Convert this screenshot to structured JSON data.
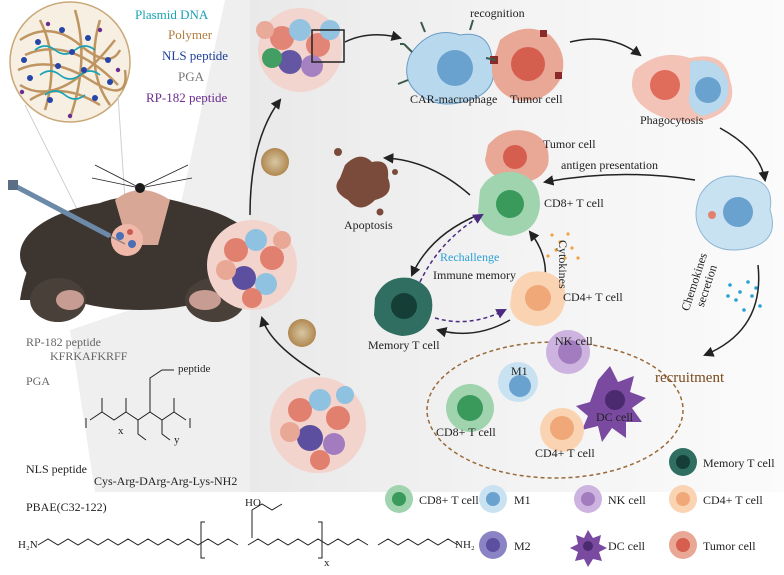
{
  "nanoparticle_legend": {
    "plasmid_dna": "Plasmid DNA",
    "polymer": "Polymer",
    "nls_peptide": "NLS peptide",
    "pga": "PGA",
    "rp182_peptide": "RP-182 peptide",
    "colors": {
      "plasmid": "#19a3b4",
      "polymer": "#b07b3e",
      "nls": "#1f3f99",
      "pga": "#777777",
      "rp182": "#6b2c91"
    }
  },
  "cycle": {
    "recognition": "recognition",
    "car_macrophage": "CAR-macrophage",
    "tumor_cell": "Tumor cell",
    "phagocytosis": "Phagocytosis",
    "tumor_cell_2": "Tumor cell",
    "antigen_presentation": "antigen presentation",
    "cd8_t_cell": "CD8+ T cell",
    "apoptosis": "Apoptosis",
    "cytokines": "Cytokines",
    "rechallenge": "Rechallenge",
    "immune_memory": "Immune memory",
    "cd4_t_cell": "CD4+ T cell",
    "memory_t_cell": "Memory T cell",
    "chemokines_secretion": "Chemokines secretion",
    "recruitment": "recruitment",
    "nk_cell": "NK cell",
    "m1": "M1",
    "dc_cell": "DC cell",
    "cd8_t_cell_2": "CD8+ T cell",
    "cd4_t_cell_2": "CD4+ T cell"
  },
  "chemistry": {
    "rp182_title": "RP-182 peptide",
    "rp182_seq": "KFRKAFKRFF",
    "pga_title": "PGA",
    "peptide": "peptide",
    "x": "x",
    "y": "y",
    "nls_title": "NLS peptide",
    "nls_seq": "Cys-Arg-DArg-Arg-Lys-NH2",
    "pbae_title": "PBAE(C32-122)",
    "h2n": "H₂N",
    "nh2": "NH₂",
    "ho": "HO",
    "x2": "x"
  },
  "legend": {
    "memory_t_cell": "Memory T cell",
    "cd8_t_cell": "CD8+ T cell",
    "m1": "M1",
    "nk_cell": "NK cell",
    "cd4_t_cell": "CD4+ T cell",
    "m2": "M2",
    "dc_cell": "DC cell",
    "tumor_cell": "Tumor cell"
  },
  "colors": {
    "cd8": "#3a9a5c",
    "m1": "#8fc1e0",
    "nk": "#a37cc0",
    "cd4": "#f3b98f",
    "memory": "#1f5f52",
    "m2": "#5c4fa0",
    "dc": "#6a3b8f",
    "tumor": "#e28070",
    "recruitment": "#7b4a1f",
    "rechallenge": "#2aa0d6",
    "arrow": "#222222",
    "dashed_purple": "#4b2a80",
    "dashed_region": "#9a6a3a"
  }
}
